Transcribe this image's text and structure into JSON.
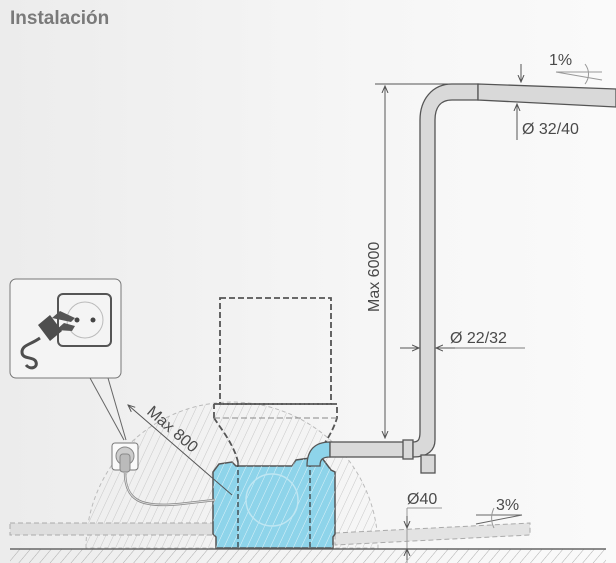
{
  "title": "Instalación",
  "labels": {
    "max_height": "Max 6000",
    "max_distance": "Max 800",
    "outlet_pipe_diameter": "Ø 22/32",
    "top_pipe_diameter": "Ø 32/40",
    "top_slope": "1%",
    "drain_diameter": "Ø40",
    "drain_slope": "3%"
  },
  "colors": {
    "pump": "#8ed4ea",
    "pipe": "#d9d9d9",
    "line": "#555555",
    "title": "#7a7a7a"
  },
  "icons": [
    "power-plug-icon",
    "wall-socket-icon"
  ]
}
